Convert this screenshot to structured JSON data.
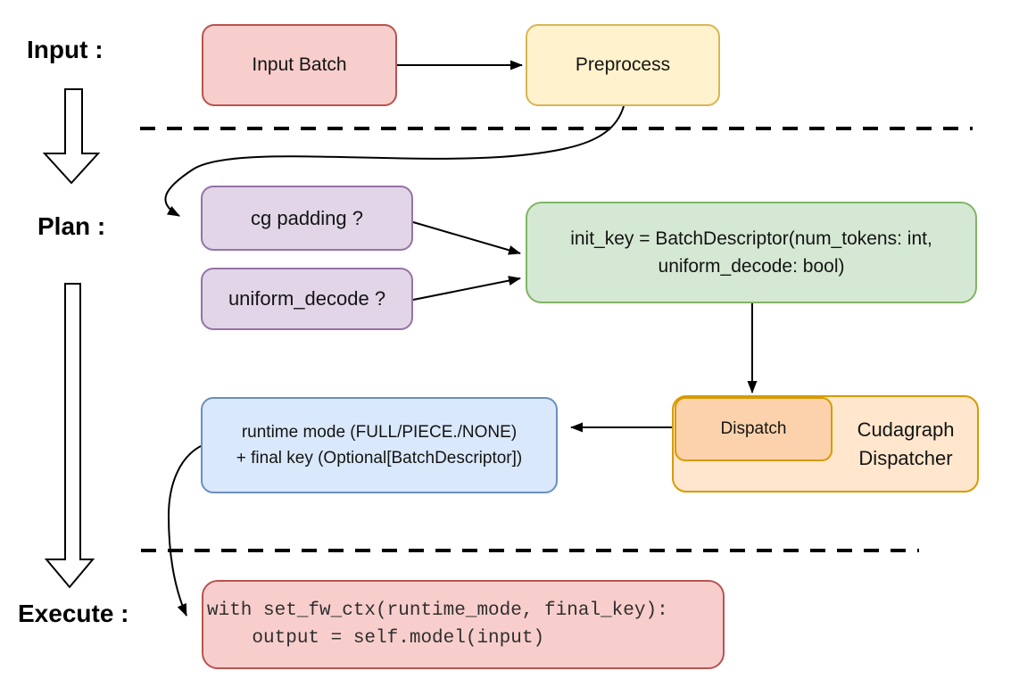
{
  "stages": {
    "input": {
      "label": "Input :"
    },
    "plan": {
      "label": "Plan :"
    },
    "execute": {
      "label": "Execute :"
    }
  },
  "nodes": {
    "input_batch": {
      "label": "Input Batch"
    },
    "preprocess": {
      "label": "Preprocess"
    },
    "cg_padding": {
      "label": "cg padding ?"
    },
    "uniform_decode": {
      "label": "uniform_decode ?"
    },
    "init_key": {
      "line1": "init_key = BatchDescriptor(num_tokens: int,",
      "line2": "uniform_decode: bool)"
    },
    "dispatch": {
      "label": "Dispatch"
    },
    "cudagraph_dispatcher": {
      "line1": "Cudagraph",
      "line2": "Dispatcher"
    },
    "runtime_result": {
      "line1": "runtime mode (FULL/PIECE./NONE)",
      "line2": "+ final key (Optional[BatchDescriptor])"
    },
    "execute_code": {
      "line1": "with set_fw_ctx(runtime_mode, final_key):",
      "line2": "    output = self.model(input)"
    }
  },
  "colors": {
    "pink_fill": "#f8cecc",
    "pink_stroke": "#b85450",
    "yellow_fill": "#fff2cc",
    "yellow_stroke": "#d6b656",
    "purple_fill": "#e1d5e7",
    "purple_stroke": "#9673a6",
    "green_fill": "#d5e8d4",
    "green_stroke": "#82b366",
    "orange_fill": "#ffe6cc",
    "orange_inner_fill": "#fcd2ac",
    "orange_stroke": "#d79b00",
    "blue_fill": "#dae8fc",
    "blue_stroke": "#6c8ebf",
    "connector": "#000000"
  }
}
